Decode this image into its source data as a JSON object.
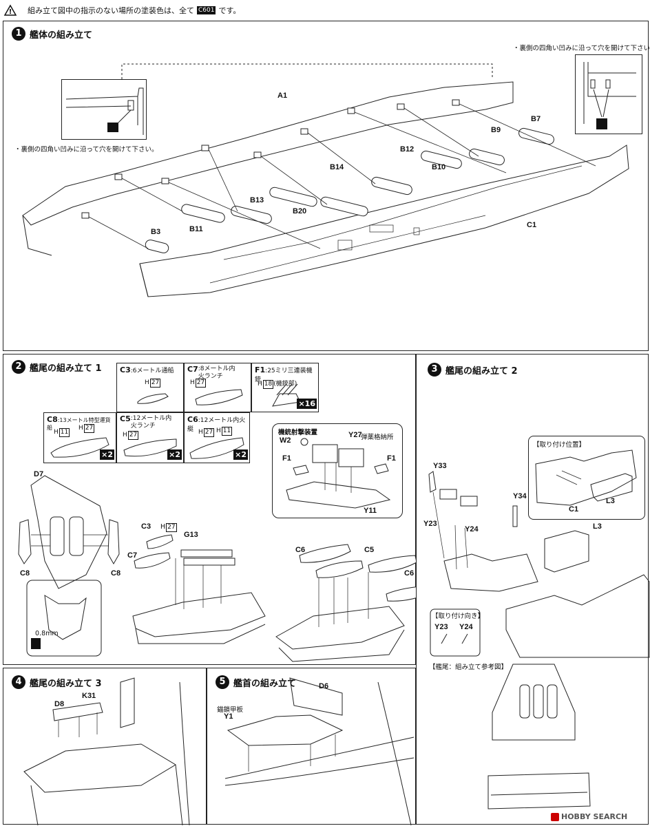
{
  "top_notice": {
    "text_before": "組み立て図中の指示のない場所の塗装色は、全て",
    "color_code": "C601",
    "text_after": "です。"
  },
  "step1": {
    "number": "1",
    "title": "艦体の組み立て",
    "note_left": "・裏側の四角い凹みに沿って穴を開けて下さい。",
    "note_right": "・裏側の四角い凹みに沿って穴を開けて下さい。",
    "parts": [
      "A1",
      "B7",
      "B9",
      "B10",
      "B12",
      "B14",
      "B20",
      "B13",
      "B11",
      "B3",
      "C1"
    ]
  },
  "step2": {
    "number": "2",
    "title": "艦尾の組み立て 1",
    "boats": [
      {
        "code": "C3",
        "desc": ":6メートル通船",
        "paint": "H",
        "paint_num": "27",
        "mult": ""
      },
      {
        "code": "C7",
        "desc": ":8メートル内火ランチ",
        "paint": "H",
        "paint_num": "27",
        "mult": ""
      },
      {
        "code": "F1",
        "desc": ":25ミリ三連装機銃",
        "paint": "H",
        "paint_num": "18",
        "extra": "(機銃部)",
        "mult": "×16"
      },
      {
        "code": "C8",
        "desc": ":13メートル特型運貨船",
        "paint": "H",
        "paint_num": "11",
        "paint2": "H",
        "paint2_num": "27",
        "mult": "×2"
      },
      {
        "code": "C5",
        "desc": ":12メートル内火ランチ",
        "paint": "H",
        "paint_num": "27",
        "mult": "×2"
      },
      {
        "code": "C6",
        "desc": ":12メートル内火艇",
        "paint": "H",
        "paint_num": "27",
        "paint2": "H",
        "paint2_num": "11",
        "mult": "×2"
      }
    ],
    "detail": {
      "title": "機銃射撃装置",
      "w2": "W2",
      "y27": "Y27",
      "y27_desc": "弾薬格納所",
      "f1a": "F1",
      "f1b": "F1",
      "y11": "Y11"
    },
    "parts": [
      "D7",
      "C8",
      "C8",
      "C3",
      "C7",
      "G13",
      "C6",
      "C5",
      "C6"
    ],
    "drill": "0.8mm",
    "h27": "27"
  },
  "step3": {
    "number": "3",
    "title": "艦尾の組み立て 2",
    "position_title": "【取り付け位置】",
    "orientation_title": "【取り付け向き】",
    "reference_title": "【艦尾：組み立て参考図】",
    "parts": [
      "Y33",
      "Y34",
      "Y23",
      "Y24",
      "C1",
      "L3",
      "L3",
      "Y23",
      "Y24"
    ]
  },
  "step4": {
    "number": "4",
    "title": "艦尾の組み立て 3",
    "parts": [
      "K31",
      "D8"
    ]
  },
  "step5": {
    "number": "5",
    "title": "艦首の組み立て",
    "parts": [
      "D6",
      "Y1"
    ],
    "y1_desc": "錨鎖甲板"
  },
  "watermark": "HOBBY SEARCH"
}
